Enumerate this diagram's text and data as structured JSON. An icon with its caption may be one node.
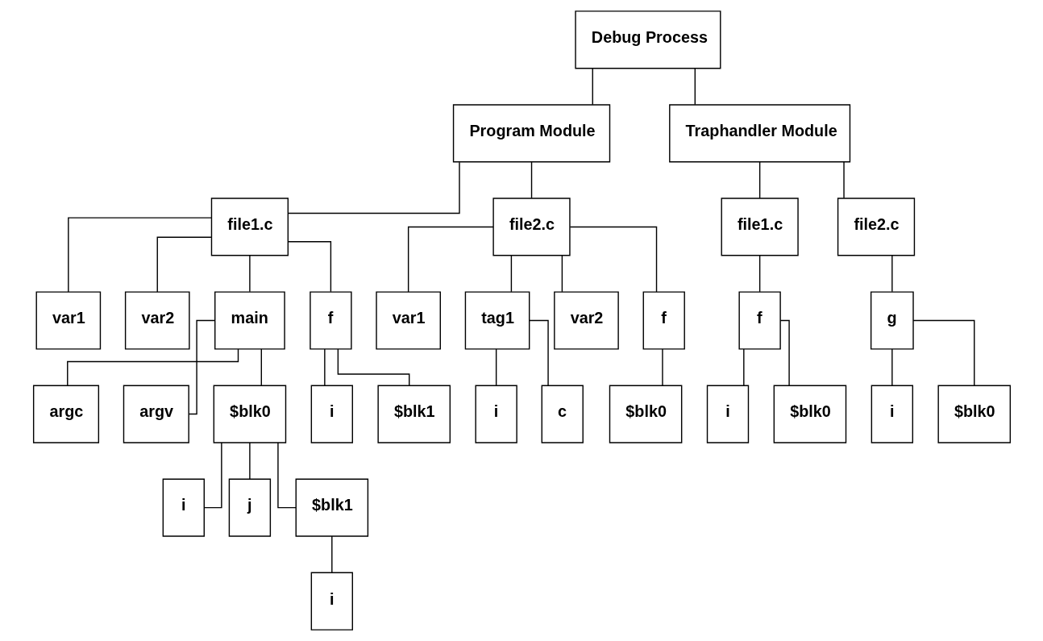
{
  "diagram": {
    "nodes": [
      {
        "text": [
          "Debug Process"
        ]
      },
      {
        "text": [
          "Program Module"
        ]
      },
      {
        "text": [
          "Traphandler Module"
        ]
      },
      {
        "text": [
          "file1.c"
        ]
      },
      {
        "text": [
          "file2.c"
        ]
      },
      {
        "text": [
          "file1.c"
        ]
      },
      {
        "text": [
          "file2.c"
        ]
      },
      {
        "text": [
          "var1"
        ]
      },
      {
        "text": [
          "var2"
        ]
      },
      {
        "text": [
          "main"
        ]
      },
      {
        "text": [
          "f"
        ]
      },
      {
        "text": [
          "var1"
        ]
      },
      {
        "text": [
          "tag1"
        ]
      },
      {
        "text": [
          "var2"
        ]
      },
      {
        "text": [
          "f"
        ]
      },
      {
        "text": [
          "f"
        ]
      },
      {
        "text": [
          "g"
        ]
      },
      {
        "text": [
          "argc"
        ]
      },
      {
        "text": [
          "argv"
        ]
      },
      {
        "text": [
          "$blk0"
        ]
      },
      {
        "text": [
          "i"
        ]
      },
      {
        "text": [
          "$blk1"
        ]
      },
      {
        "text": [
          "i"
        ]
      },
      {
        "text": [
          "c"
        ]
      },
      {
        "text": [
          "$blk0"
        ]
      },
      {
        "text": [
          "i"
        ]
      },
      {
        "text": [
          "$blk0"
        ]
      },
      {
        "text": [
          "i"
        ]
      },
      {
        "text": [
          "$blk0"
        ]
      },
      {
        "text": [
          "i"
        ]
      },
      {
        "text": [
          "j"
        ]
      },
      {
        "text": [
          "$blk1"
        ]
      },
      {
        "text": [
          "i"
        ]
      }
    ],
    "edges": [
      {
        "from": 0,
        "to": 1,
        "arrow": "none"
      },
      {
        "from": 0,
        "to": 2,
        "arrow": "none"
      },
      {
        "from": 1,
        "to": 3,
        "arrow": "none"
      },
      {
        "from": 1,
        "to": 4,
        "arrow": "none"
      },
      {
        "from": 2,
        "to": 5,
        "arrow": "none"
      },
      {
        "from": 2,
        "to": 6,
        "arrow": "none"
      },
      {
        "from": 3,
        "to": 7,
        "arrow": "none"
      },
      {
        "from": 3,
        "to": 8,
        "arrow": "none"
      },
      {
        "from": 3,
        "to": 9,
        "arrow": "none"
      },
      {
        "from": 3,
        "to": 10,
        "arrow": "none"
      },
      {
        "from": 4,
        "to": 11,
        "arrow": "none"
      },
      {
        "from": 4,
        "to": 12,
        "arrow": "none"
      },
      {
        "from": 4,
        "to": 13,
        "arrow": "none"
      },
      {
        "from": 4,
        "to": 14,
        "arrow": "none"
      },
      {
        "from": 5,
        "to": 15,
        "arrow": "none"
      },
      {
        "from": 6,
        "to": 16,
        "arrow": "none"
      },
      {
        "from": 9,
        "to": 17,
        "arrow": "none"
      },
      {
        "from": 9,
        "to": 18,
        "arrow": "none"
      },
      {
        "from": 9,
        "to": 19,
        "arrow": "none"
      },
      {
        "from": 10,
        "to": 20,
        "arrow": "none"
      },
      {
        "from": 10,
        "to": 21,
        "arrow": "none"
      },
      {
        "from": 12,
        "to": 22,
        "arrow": "none"
      },
      {
        "from": 12,
        "to": 23,
        "arrow": "none"
      },
      {
        "from": 14,
        "to": 24,
        "arrow": "none"
      },
      {
        "from": 15,
        "to": 25,
        "arrow": "none"
      },
      {
        "from": 15,
        "to": 26,
        "arrow": "none"
      },
      {
        "from": 16,
        "to": 27,
        "arrow": "none"
      },
      {
        "from": 16,
        "to": 28,
        "arrow": "none"
      },
      {
        "from": 19,
        "to": 29,
        "arrow": "none"
      },
      {
        "from": 19,
        "to": 30,
        "arrow": "none"
      },
      {
        "from": 19,
        "to": 31,
        "arrow": "none"
      },
      {
        "from": 31,
        "to": 32,
        "arrow": "none"
      }
    ]
  }
}
